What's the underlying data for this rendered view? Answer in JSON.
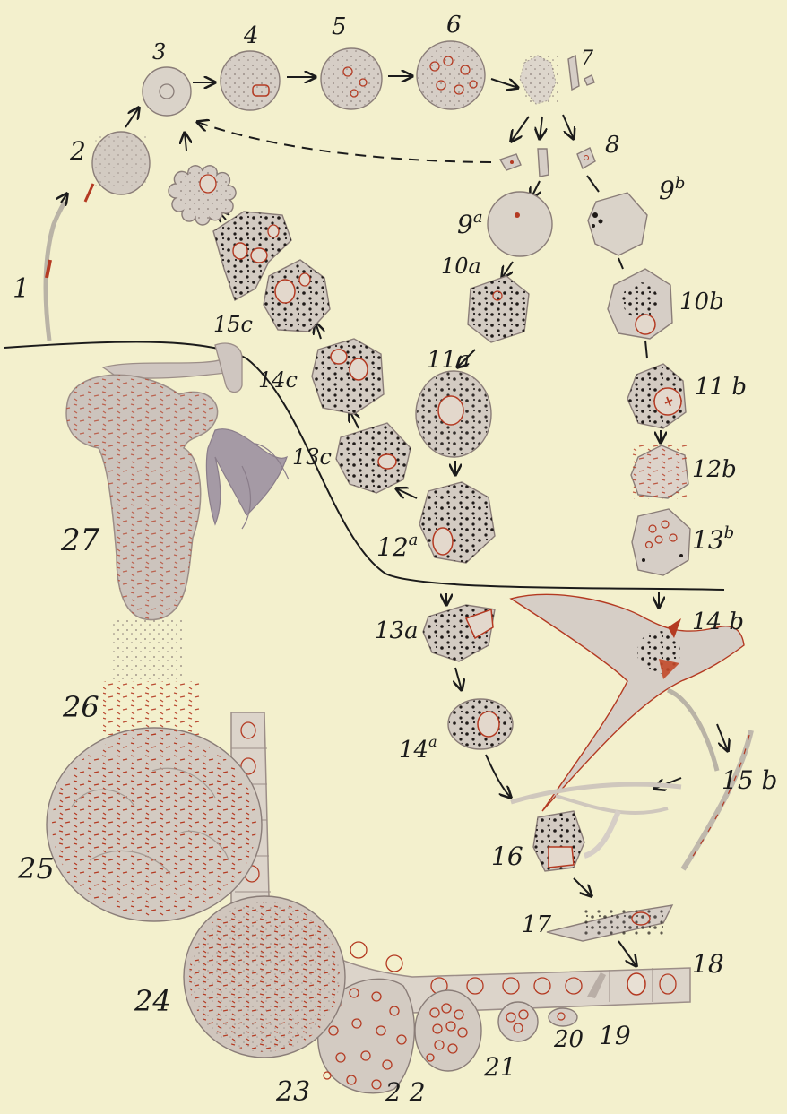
{
  "colors": {
    "paper": "#f3f0cd",
    "cell_fill": "#d9d1c9",
    "cell_stroke": "#8a7d78",
    "nucleus_red": "#b43a22",
    "granule_dark": "#1f1a18",
    "line": "#1b1b1b"
  },
  "figure_labels": {
    "f1": "1",
    "f2": "2",
    "f3": "3",
    "f4": "4",
    "f5": "5",
    "f6": "6",
    "f7": "7",
    "f8": "8",
    "f9a": "9",
    "f9a_sup": "a",
    "f9b": "9",
    "f9b_sup": "b",
    "f10a": "10a",
    "f10b": "10b",
    "f11a": "11a",
    "f11b": "11 b",
    "f12a": "12",
    "f12a_sup": "a",
    "f12b": "12b",
    "f13a": "13a",
    "f13b": "13",
    "f13b_sup": "b",
    "f13c": "13c",
    "f14a": "14",
    "f14a_sup": "a",
    "f14b": "14 b",
    "f14c": "14c",
    "f15b": "15 b",
    "f15c": "15c",
    "f16": "16",
    "f17": "17",
    "f18": "18",
    "f19": "19",
    "f20": "20",
    "f21": "21",
    "f22": "2 2",
    "f23": "23",
    "f24": "24",
    "f25": "25",
    "f26": "26",
    "f27": "27"
  }
}
